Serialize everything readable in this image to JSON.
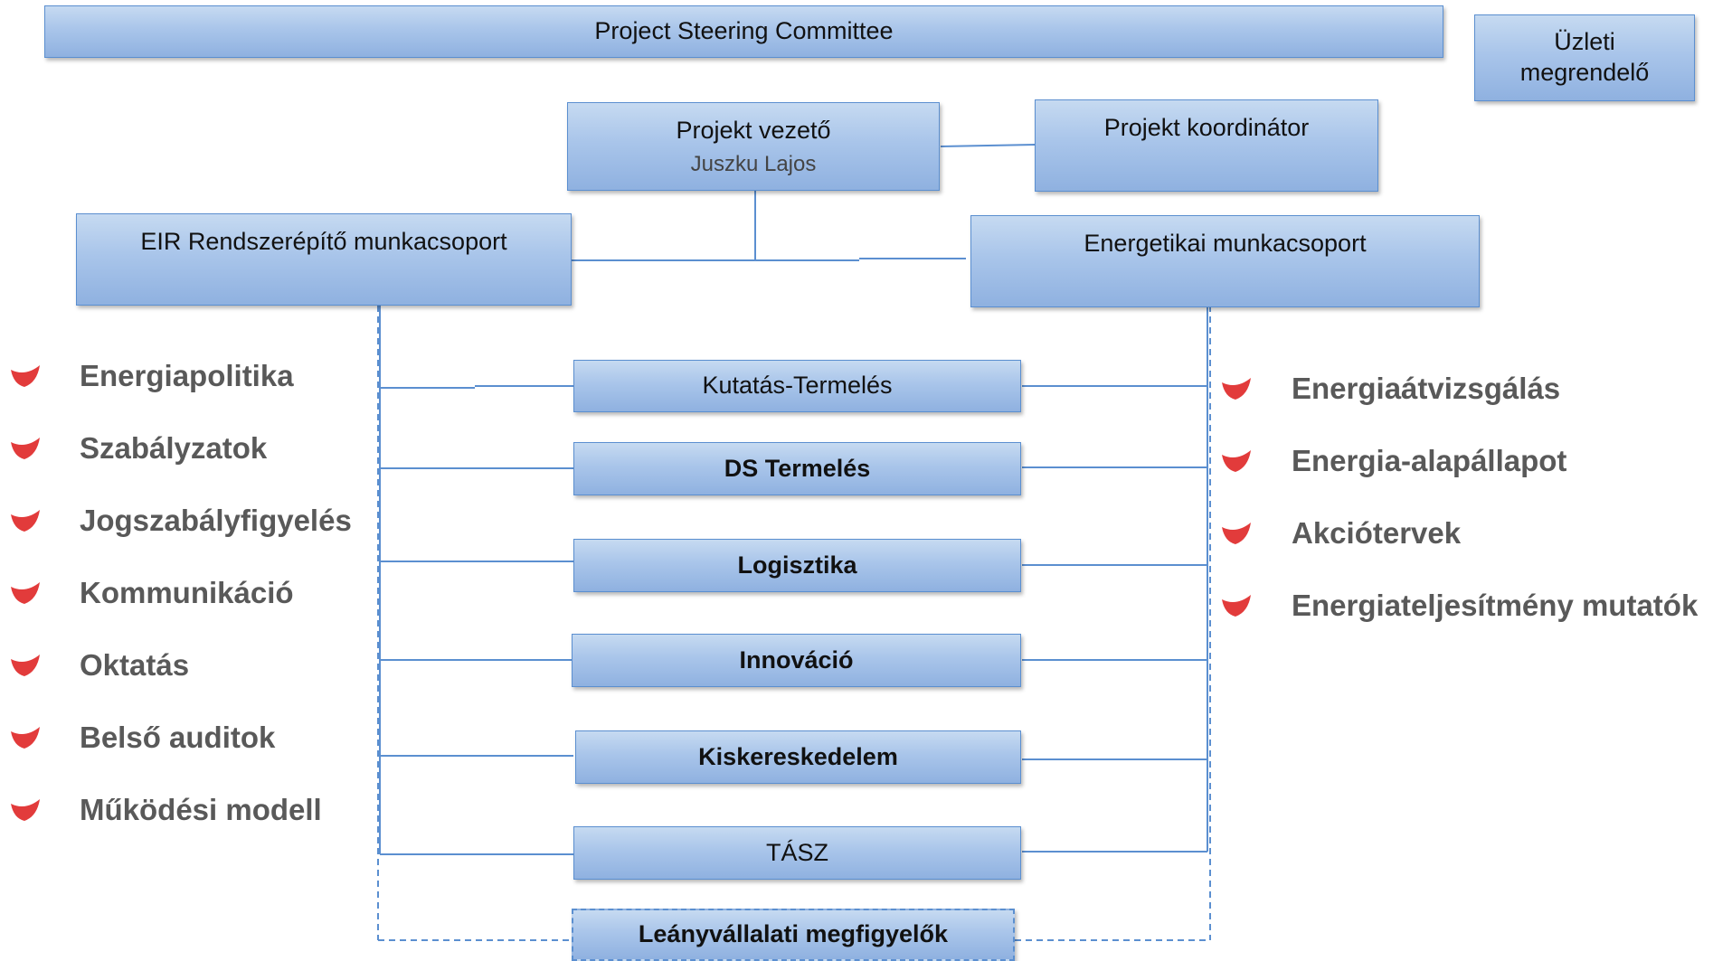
{
  "boxes": {
    "steering": "Project Steering Committee",
    "business_client": "Üzleti megrendelő",
    "project_leader": "Projekt vezető",
    "project_leader_name": "Juszku Lajos",
    "project_coordinator": "Projekt koordinátor",
    "eir_group": "EIR Rendszerépítő munkacsoport",
    "energy_group": "Energetikai munkacsoport",
    "units": [
      "Kutatás-Termelés",
      "DS Termelés",
      "Logisztika",
      "Innováció",
      "Kiskereskedelem",
      "TÁSZ"
    ],
    "observers": "Leányvállalati megfigyelők"
  },
  "left_tasks": [
    "Energiapolitika",
    "Szabályzatok",
    "Jogszabályfigyelés",
    "Kommunikáció",
    "Oktatás",
    "Belső auditok",
    "Működési modell"
  ],
  "right_tasks": [
    "Energiaátvizsgálás",
    "Energia-alapállapot",
    "Akciótervek",
    "Energiateljesítmény mutatók"
  ],
  "colors": {
    "box_border": "#5b8fd0",
    "connector": "#5b8fd0",
    "bullet": "#e23b3b",
    "task_text": "#595959"
  }
}
